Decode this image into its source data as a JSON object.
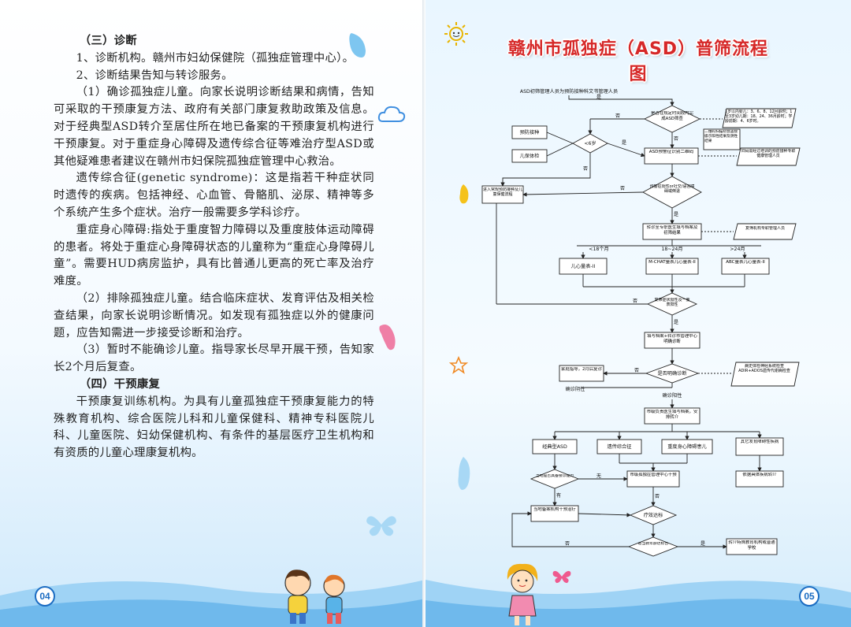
{
  "left_page": {
    "paragraphs": [
      {
        "type": "heading",
        "text": "（三）诊断"
      },
      {
        "type": "body",
        "text": "1、诊断机构。赣州市妇幼保健院（孤独症管理中心）。"
      },
      {
        "type": "body",
        "text": "2、诊断结果告知与转诊服务。"
      },
      {
        "type": "body",
        "text": "（1）确诊孤独症儿童。向家长说明诊断结果和病情，告知可采取的干预康复方法、政府有关部门康复救助政策及信息。对于经典型ASD转介至居住所在地已备案的干预康复机构进行干预康复。对于重症身心障碍及遗传综合征等难治疗型ASD或其他疑难患者建议在赣州市妇保院孤独症管理中心救治。"
      },
      {
        "type": "body",
        "text": "遗传综合征(genetic syndrome)：这是指若干种症状同时遗传的疾病。包括神经、心血管、骨骼肌、泌尿、精神等多个系统产生多个症状。治疗一般需要多学科诊疗。"
      },
      {
        "type": "body",
        "text": "重症身心障碍:指处于重度智力障碍以及重度肢体运动障碍的患者。将处于重症心身障碍状态的儿童称为“重症心身障碍儿童”。需要HUD病房监护，具有比普通儿更高的死亡率及治疗难度。"
      },
      {
        "type": "body",
        "text": "（2）排除孤独症儿童。结合临床症状、发育评估及相关检查结果，向家长说明诊断情况。如发现有孤独症以外的健康问题，应告知需进一步接受诊断和治疗。"
      },
      {
        "type": "body",
        "text": "（3）暂时不能确诊儿童。指导家长尽早开展干预，告知家长2个月后复查。"
      },
      {
        "type": "heading",
        "text": "（四）干预康复"
      },
      {
        "type": "body",
        "text": "干预康复训练机构。为具有儿童孤独症干预康复能力的特殊教育机构、综合医院儿科和儿童保健科、精神专科医院儿科、儿童医院、妇幼保健机构、有条件的基层医疗卫生机构和有资质的儿童心理康复机构。"
      }
    ],
    "page_number": "04"
  },
  "right_page": {
    "title": "赣州市孤独症（ASD）普筛流程图",
    "page_number": "05",
    "flowchart": {
      "top_note": "ASD初筛管理人员为预防接种科文书管理人员",
      "is_yes": "是",
      "is_no": "否",
      "screen_time": "是否在规定时间段内完成ASD筛查",
      "age_note": "1岁以内婴儿：3、6、8、12月龄时；1至3岁幼儿期：18、24、36月龄时；学龄前期：4、6岁时。",
      "lt6": "<6岁",
      "vaccination": "预防接种",
      "child_health": "儿保体检",
      "qr_note": "二维码扫描初会盖接级示阳性结果及阴性结果",
      "warning_qr": "ASD预警征识别二维码",
      "doctor_note": "妇码需经过培训的预防接种专职健康管理人员",
      "regular": "进入常规预防接种及儿童保健流程",
      "warning_q": "预警征阳性or社交/语言障碍或倒退",
      "refer_special": "转诊至专职医生填写档案及初筛结果",
      "followup_staff": "复筛机构专职管理人员",
      "age_lt18": "<18个月",
      "age_18_24": "18~24月",
      "age_gt24": ">24月",
      "scale1": "儿心量表-II",
      "mchat": "M-CHAT量表儿心量表-II",
      "abc": "ABC量表儿心量表-II",
      "rescreen_q": "复筛症状阳性及一量表阳性",
      "fill_refer": "填写档案+转诊市管理中心明确诊断",
      "home_guide": "家庭指导，2月后复诊",
      "confirm_q": "是否明确诊断",
      "exam_note": "病史体检神经系统检查ADIR+ADOS遗传代谢病检查",
      "diag_neg": "确诊阴性",
      "diag_pos": "确诊阳性",
      "city_doctor": "市级负责医生填写档案，安排转介",
      "classic_asd": "经典型ASD",
      "genetic": "遗传综合征",
      "severe": "重度身心障碍患儿",
      "other_dev": "其它发育障碍性疾病",
      "local_q": "当地是否具备接诊能力",
      "none": "无",
      "has": "有",
      "city_center": "市级孤独症管理中心干预",
      "per_disease": "依据具体疾病转介",
      "local_org": "当地备案机构干预治疗",
      "effect_q": "疗效达标",
      "school_q": "适当教年龄达标否",
      "school": "转介特殊教育机构或普通学校"
    }
  },
  "colors": {
    "title_red": "#d62828",
    "page_blue": "#1b6cc2",
    "wave_blue": "#8fcbf2"
  }
}
